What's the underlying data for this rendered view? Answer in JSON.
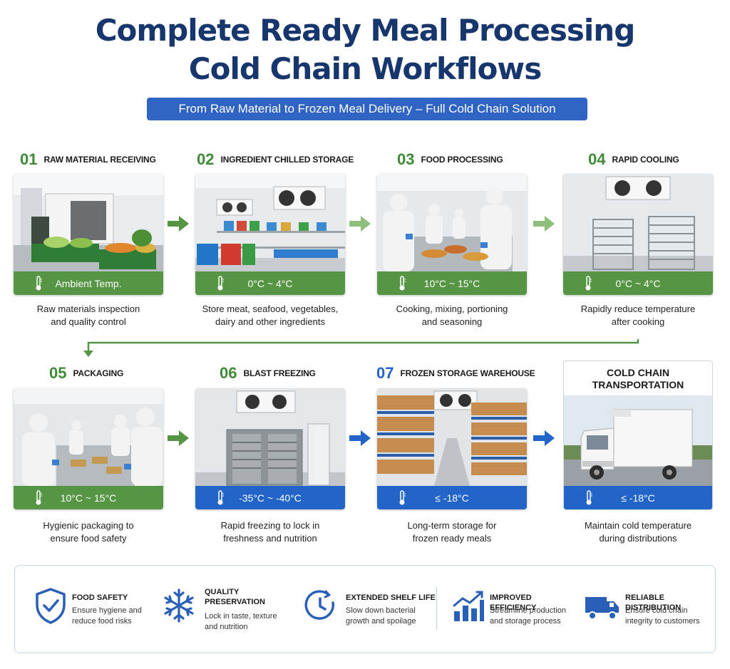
{
  "title_line1": "Complete Ready Meal Processing",
  "title_line2": "Cold Chain Workflows",
  "subtitle": "From Raw Material to Frozen Meal Delivery – Full Cold Chain Solution",
  "steps": [
    {
      "num": "01",
      "label": "RAW MATERIAL RECEIVING",
      "temp": "Ambient Temp.",
      "desc1": "Raw materials inspection",
      "desc2": "and quality control"
    },
    {
      "num": "02",
      "label": "INGREDIENT CHILLED STORAGE",
      "temp": "0°C ~ 4°C",
      "desc1": "Store meat, seafood, vegetables,",
      "desc2": "dairy and other ingredients"
    },
    {
      "num": "03",
      "label": "FOOD PROCESSING",
      "temp": "10°C ~ 15°C",
      "desc1": "Cooking, mixing, portioning",
      "desc2": "and seasoning"
    },
    {
      "num": "04",
      "label": "RAPID COOLING",
      "temp": "0°C ~ 4°C",
      "desc1": "Rapidly reduce temperature",
      "desc2": "after cooking"
    },
    {
      "num": "05",
      "label": "PACKAGING",
      "temp": "10°C ~ 15°C",
      "desc1": "Hygienic packaging to",
      "desc2": "ensure food safety"
    },
    {
      "num": "06",
      "label": "BLAST FREEZING",
      "temp": "-35°C ~ -40°C",
      "desc1": "Rapid freezing to lock in",
      "desc2": "freshness and nutrition"
    },
    {
      "num": "07",
      "label": "FROZEN STORAGE WAREHOUSE",
      "temp": "≤ -18°C",
      "desc1": "Long-term storage for",
      "desc2": "frozen ready meals"
    }
  ],
  "transport": {
    "title1": "COLD CHAIN",
    "title2": "TRANSPORTATION",
    "temp": "≤ -18°C",
    "desc1": "Maintain cold temperature",
    "desc2": "during distributions"
  },
  "benefits": [
    {
      "icon": "shield-check-icon",
      "title1": "FOOD SAFETY",
      "title2": "",
      "text1": "Ensure hygiene and",
      "text2": "reduce food risks"
    },
    {
      "icon": "snowflake-icon",
      "title1": "QUALITY",
      "title2": "PRESERVATION",
      "text1": "Lock in taste, texture",
      "text2": "and nutrition"
    },
    {
      "icon": "clock-icon",
      "title1": "EXTENDED SHELF LIFE",
      "title2": "",
      "text1": "Slow down bacterial",
      "text2": "growth and spoilage"
    },
    {
      "icon": "bar-chart-icon",
      "title1": "IMPROVED EFFICIENCY",
      "title2": "",
      "text1": "Streamline production",
      "text2": "and storage process"
    },
    {
      "icon": "truck-icon",
      "title1": "RELIABLE DISTRIBUTION",
      "title2": "",
      "text1": "Ensure cold chain",
      "text2": "integrity to customers"
    }
  ],
  "colors": {
    "navy": "#17366e",
    "green": "#559544",
    "blue": "#2364c8",
    "banner": "#2f63c4"
  }
}
